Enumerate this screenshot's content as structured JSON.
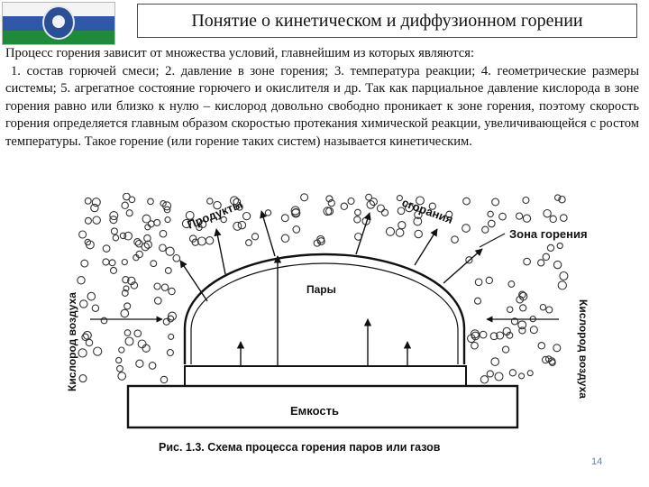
{
  "slide": {
    "title": "Понятие о кинетическом и диффузионном горении",
    "paragraph_intro": "Процесс горения зависит от множества условий, главнейшим из которых являются:",
    "paragraph_main": "1. состав горючей смеси; 2. давление в зоне горения; 3. температура реакции; 4. геометрические размеры системы; 5. агрегатное состояние горючего и окислителя и др. Так как парциальное давление кислорода в зоне горения равно или близко к нулю – кислород довольно свободно проникает к зоне горения, поэтому скорость горения определяется главным образом скоростью протекания химической реакции, увеличивающейся с ростом температуры. Такое горение (или горение таких систем) называется кинетическим.",
    "page_number": "14"
  },
  "flag": {
    "colors": [
      "#f4f4f4",
      "#3057a8",
      "#1f8a3a"
    ],
    "emblem": "coat-of-arms-icon"
  },
  "diagram": {
    "label_products": "Продукты",
    "label_combustion": "сгорания",
    "label_zone": "Зона горения",
    "label_vapors": "Пары",
    "label_air_left": "Кислород воздуха",
    "label_air_right": "Кислород воздуха",
    "label_tank": "Емкость",
    "caption": "Рис. 1.3. Схема процесса горения паров или газов"
  }
}
